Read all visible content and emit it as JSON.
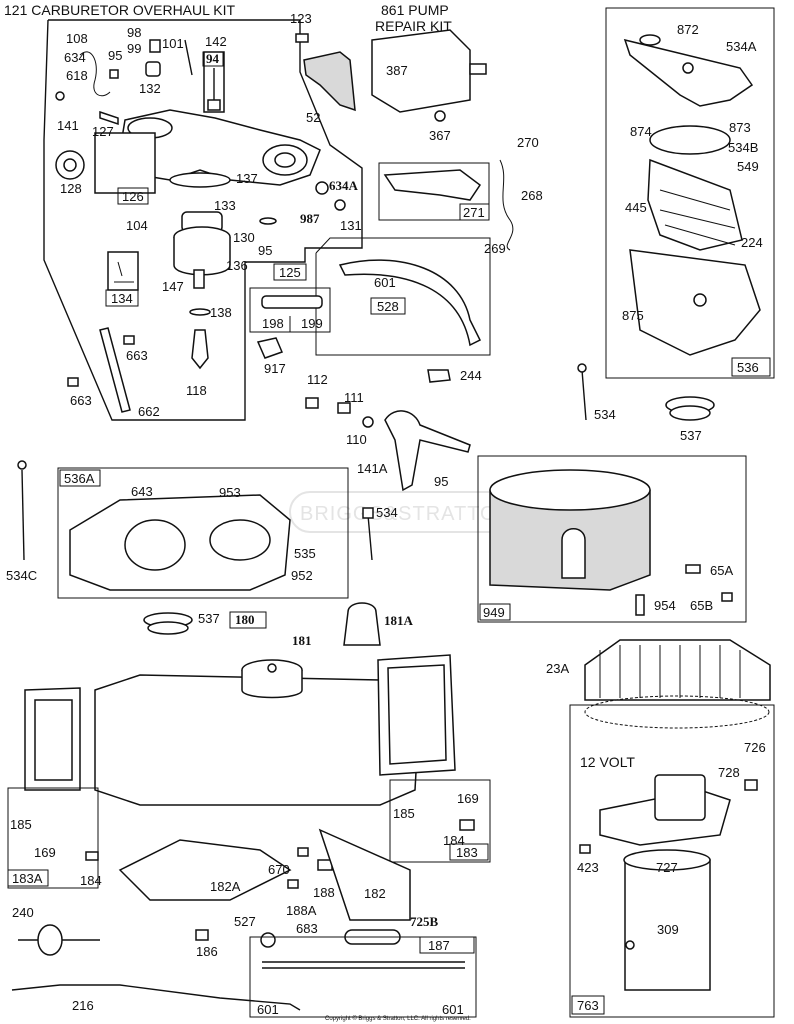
{
  "titles": {
    "carb_kit": "121 CARBURETOR OVERHAUL KIT",
    "pump_kit_1": "861 PUMP",
    "pump_kit_2": "REPAIR KIT",
    "volt": "12 VOLT",
    "watermark": "BRIGGS&STRATTON",
    "copyright": "Copyright © Briggs & Stratton, LLC. All rights reserved."
  },
  "labels": {
    "l108": "108",
    "l634": "634",
    "l95a": "95",
    "l98": "98",
    "l99": "99",
    "l101": "101",
    "l142": "142",
    "l94": "94",
    "l618": "618",
    "l132": "132",
    "l141": "141",
    "l127": "127",
    "l128": "128",
    "l126": "126",
    "l137": "137",
    "l104": "104",
    "l133": "133",
    "l130": "130",
    "l95b": "95",
    "l136": "136",
    "l134": "134",
    "l147": "147",
    "l138": "138",
    "l118": "118",
    "l663a": "663",
    "l663b": "663",
    "l662": "662",
    "l125": "125",
    "l123": "123",
    "l52": "52",
    "l387": "387",
    "l367": "367",
    "l634A": "634A",
    "l987": "987",
    "l131": "131",
    "l271": "271",
    "l270": "270",
    "l268": "268",
    "l269": "269",
    "l601a": "601",
    "l528": "528",
    "l198": "198",
    "l199": "199",
    "l917": "917",
    "l244": "244",
    "l112": "112",
    "l111": "111",
    "l110": "110",
    "l141A": "141A",
    "l95c": "95",
    "l872": "872",
    "l534A": "534A",
    "l874": "874",
    "l873": "873",
    "l534B": "534B",
    "l549": "549",
    "l445": "445",
    "l224": "224",
    "l875": "875",
    "l536": "536",
    "l534": "534",
    "l537a": "537",
    "l536A": "536A",
    "l643": "643",
    "l953": "953",
    "l535": "535",
    "l952": "952",
    "l534b": "534",
    "l534C": "534C",
    "l537b": "537",
    "l180": "180",
    "l181": "181",
    "l181A": "181A",
    "l949": "949",
    "l65A": "65A",
    "l954": "954",
    "l65B": "65B",
    "l23A": "23A",
    "l726": "726",
    "l728": "728",
    "l423": "423",
    "l727": "727",
    "l309": "309",
    "l763": "763",
    "l185a": "185",
    "l169a": "169",
    "l184a": "184",
    "l183A": "183A",
    "l182A": "182A",
    "l670": "670",
    "l188": "188",
    "l188A": "188A",
    "l182": "182",
    "l185b": "185",
    "l169b": "169",
    "l184b": "184",
    "l183": "183",
    "l240": "240",
    "l186": "186",
    "l527": "527",
    "l683": "683",
    "l725B": "725B",
    "l187": "187",
    "l601b": "601",
    "l601c": "601",
    "l216": "216"
  }
}
